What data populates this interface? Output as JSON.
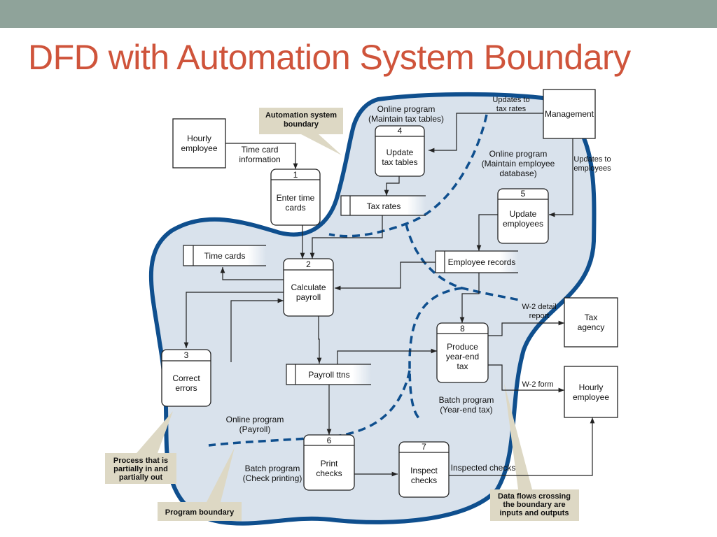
{
  "slide": {
    "title": "DFD with Automation System Boundary",
    "colors": {
      "top_bar": "#8fa39a",
      "title": "#cf543b",
      "boundary": "#0f4f8e",
      "boundary_fill": "#d9e2ec",
      "callout": "#ddd8c4"
    }
  },
  "entities": {
    "hourly_employee_in": [
      "Hourly",
      "employee"
    ],
    "management": [
      "Management"
    ],
    "tax_agency": [
      "Tax",
      "agency"
    ],
    "hourly_employee_out": [
      "Hourly",
      "employee"
    ]
  },
  "processes": [
    {
      "id": "1",
      "lines": [
        "Enter time",
        "cards"
      ]
    },
    {
      "id": "2",
      "lines": [
        "Calculate",
        "payroll"
      ]
    },
    {
      "id": "3",
      "lines": [
        "Correct",
        "errors"
      ]
    },
    {
      "id": "4",
      "lines": [
        "Update",
        "tax tables"
      ]
    },
    {
      "id": "5",
      "lines": [
        "Update",
        "employees"
      ]
    },
    {
      "id": "6",
      "lines": [
        "Print",
        "checks"
      ]
    },
    {
      "id": "7",
      "lines": [
        "Inspect",
        "checks"
      ]
    },
    {
      "id": "8",
      "lines": [
        "Produce",
        "year-end",
        "tax"
      ]
    }
  ],
  "stores": {
    "tax_rates": "Tax rates",
    "time_cards": "Time cards",
    "employee_records": "Employee records",
    "payroll_ttns": "Payroll ttns"
  },
  "flows": {
    "time_card_information": [
      "Time card",
      "information"
    ],
    "updates_to_tax_rates": [
      "Updates to",
      "tax rates"
    ],
    "updates_to_employees": [
      "Updates to",
      "employees"
    ],
    "w2_detail_report": [
      "W-2 detail",
      "report"
    ],
    "w2_form": [
      "W-2 form"
    ],
    "inspected_checks": [
      "Inspected checks"
    ]
  },
  "program_labels": {
    "online_tax_tables": [
      "Online program",
      "(Maintain tax tables)"
    ],
    "online_employee_db": [
      "Online program",
      "(Maintain employee",
      "database)"
    ],
    "online_payroll": [
      "Online program",
      "(Payroll)"
    ],
    "batch_check_printing": [
      "Batch program",
      "(Check printing)"
    ],
    "batch_year_end_tax": [
      "Batch program",
      "(Year-end tax)"
    ]
  },
  "callouts": {
    "automation_boundary": [
      "Automation system",
      "boundary"
    ],
    "partially_in_out": [
      "Process that is",
      "partially in and",
      "partially out"
    ],
    "program_boundary": [
      "Program boundary"
    ],
    "data_flows_crossing": [
      "Data flows crossing",
      "the boundary are",
      "inputs and outputs"
    ]
  }
}
